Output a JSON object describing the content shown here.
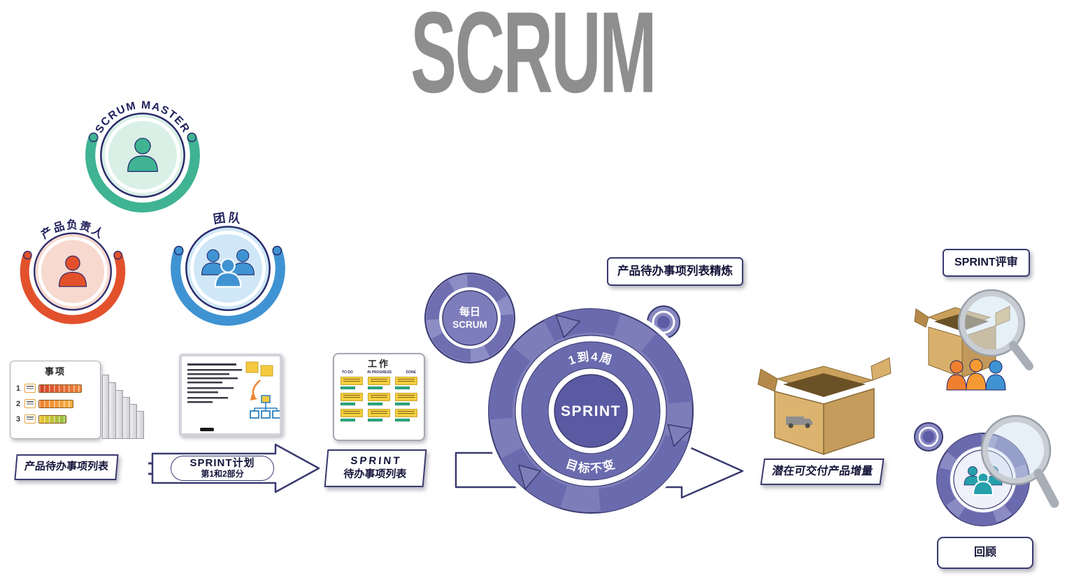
{
  "title": "SCRUM",
  "roles": {
    "scrum_master": "SCRUM MASTER",
    "product_owner": "产品负责人",
    "team": "团队"
  },
  "product_backlog": {
    "panel_header": "事项",
    "rows": [
      "1",
      "2",
      "3"
    ],
    "label": "产品待办事项列表"
  },
  "sprint_planning": {
    "title": "SPRINT计划",
    "subtitle": "第1和2部分"
  },
  "sprint_backlog": {
    "board_header": "工作",
    "columns": [
      "TO DO",
      "IN PROGRESS",
      "DONE"
    ],
    "label_line1": "SPRINT",
    "label_line2": "待办事项列表"
  },
  "cycle": {
    "refinement": "产品待办事项列表精炼",
    "daily_line1": "每日",
    "daily_line2": "SCRUM",
    "duration": "1到4周",
    "center": "SPRINT",
    "goal": "目标不变"
  },
  "increment": {
    "label": "潜在可交付产品增量"
  },
  "review": {
    "label": "SPRINT评审"
  },
  "retrospective": {
    "label": "回顾"
  },
  "colors": {
    "navy": "#3a3a70",
    "purple": "#6a6aae",
    "teal": "#3fb392",
    "red": "#e2512c",
    "blue": "#3f93d2",
    "sticky_yellow": "#f5cf3f",
    "green": "#2db187",
    "carton_tan": "#c9a05f",
    "title_gray": "#8e8e8e"
  }
}
